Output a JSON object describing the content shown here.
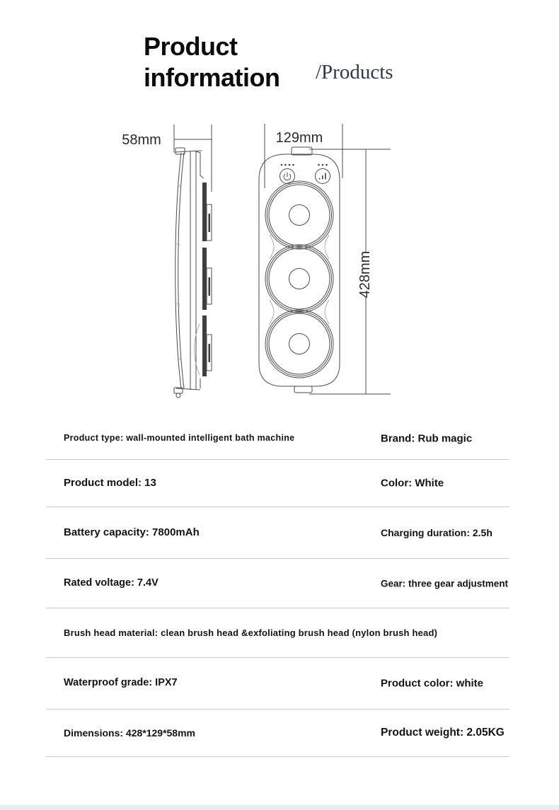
{
  "header": {
    "title_line1": "Product",
    "title_line2": "information",
    "breadcrumb": "/Products"
  },
  "diagram": {
    "side_width_label": "58mm",
    "front_width_label": "129mm",
    "front_height_label": "428mm",
    "power_indicator_dots": 4,
    "mode_indicator_dots": 3
  },
  "specs": {
    "rows": [
      {
        "left": "Product type: wall-mounted intelligent bath machine",
        "right": "Brand: Rub magic"
      },
      {
        "left": "Product model: 13",
        "right": "Color: White"
      },
      {
        "left": "Battery capacity: 7800mAh",
        "right": "Charging duration: 2.5h"
      },
      {
        "left": "Rated voltage: 7.4V",
        "right": "Gear: three gear adjustment"
      },
      {
        "left": "Brush head material: clean brush head &exfoliating brush head (nylon brush head)",
        "right": ""
      },
      {
        "left": "Waterproof grade: IPX7",
        "right": "Product color: white"
      },
      {
        "left": "Dimensions: 428*129*58mm",
        "right": "Product weight: 2.05KG"
      }
    ]
  },
  "colors": {
    "text": "#131313",
    "divider": "#c6cbce",
    "breadcrumb": "#2e3847",
    "bottom_strip": "#e9edf0",
    "line": "#4b4b4b",
    "pad": "#3f3f3f",
    "dim_text": "#2a2a2a",
    "title": "#0c0c0c"
  }
}
